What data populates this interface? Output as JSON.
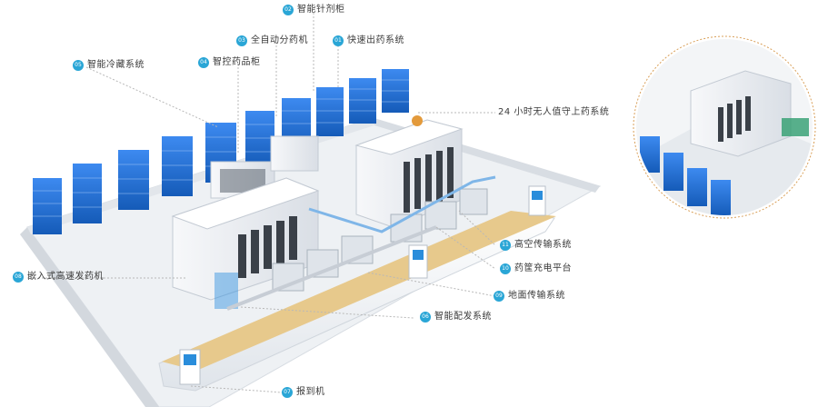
{
  "diagram": {
    "labels": [
      {
        "id": "l02",
        "num": "02",
        "text": "智能针剂柜"
      },
      {
        "id": "l03",
        "num": "03",
        "text": "全自动分药机"
      },
      {
        "id": "l01",
        "num": "01",
        "text": "快速出药系统"
      },
      {
        "id": "l05",
        "num": "05",
        "text": "智能冷藏系统"
      },
      {
        "id": "l04",
        "num": "04",
        "text": "智控药品柜"
      },
      {
        "id": "l24",
        "num": "",
        "text": "24 小时无人值守上药系统"
      },
      {
        "id": "l08",
        "num": "08",
        "text": "嵌入式高速发药机"
      },
      {
        "id": "l11",
        "num": "11",
        "text": "高空传输系统"
      },
      {
        "id": "l10",
        "num": "10",
        "text": "药筐充电平台"
      },
      {
        "id": "l09",
        "num": "09",
        "text": "地面传输系统"
      },
      {
        "id": "l06",
        "num": "06",
        "text": "智能配发系统"
      },
      {
        "id": "l07",
        "num": "07",
        "text": "报到机"
      }
    ]
  },
  "colors": {
    "accent": "#2aa6d6",
    "leader": "#b8b8b8",
    "shelf": "#1f6fd6",
    "counter": "#e7c98c",
    "floor": "#f1f3f5",
    "highlight_dot": "#e39a3b"
  }
}
